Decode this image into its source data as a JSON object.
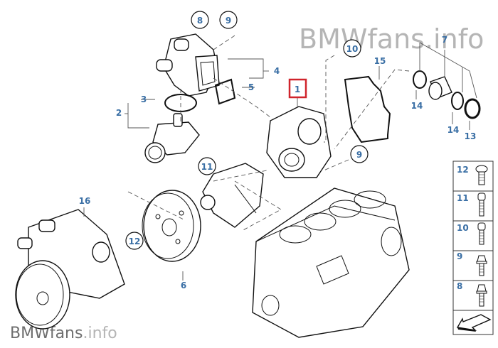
{
  "watermarks": {
    "top": "BMWfans.info",
    "bottom_brand": "BMWfans",
    "bottom_suffix": ".info"
  },
  "highlight_color": "#d0242c",
  "label_color": "#3a6fa5",
  "callouts": {
    "c1": "1",
    "c2": "2",
    "c3": "3",
    "c4": "4",
    "c5": "5",
    "c6": "6",
    "c7": "7",
    "c8": "8",
    "c9a": "9",
    "c9b": "9",
    "c10": "10",
    "c11": "11",
    "c12": "12",
    "c13": "13",
    "c14a": "14",
    "c14b": "14",
    "c15": "15",
    "c16": "16"
  },
  "legend": {
    "items": [
      {
        "number": "12",
        "icon": "torx-low-head-bolt"
      },
      {
        "number": "11",
        "icon": "torx-socket-head-bolt"
      },
      {
        "number": "10",
        "icon": "torx-socket-head-bolt"
      },
      {
        "number": "9",
        "icon": "external-torx-bolt"
      },
      {
        "number": "8",
        "icon": "external-torx-bolt"
      }
    ],
    "nav_icon": "arrow-back-icon"
  }
}
